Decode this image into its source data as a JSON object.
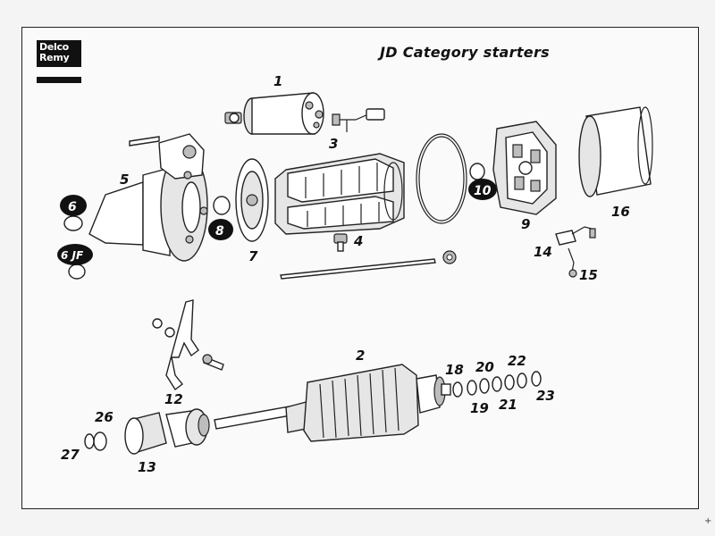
{
  "logo": {
    "line1": "Delco",
    "line2": "Remy"
  },
  "title": "JD Category starters",
  "callouts": {
    "c1": "1",
    "c2": "2",
    "c3": "3",
    "c4": "4",
    "c5": "5",
    "c6": "6",
    "c6jf": "6 JF",
    "c7": "7",
    "c8": "8",
    "c9": "9",
    "c10": "10",
    "c12": "12",
    "c13": "13",
    "c14": "14",
    "c15": "15",
    "c16": "16",
    "c18": "18",
    "c19": "19",
    "c20": "20",
    "c21": "21",
    "c22": "22",
    "c23": "23",
    "c26": "26",
    "c27": "27"
  },
  "corner_mark": "+"
}
